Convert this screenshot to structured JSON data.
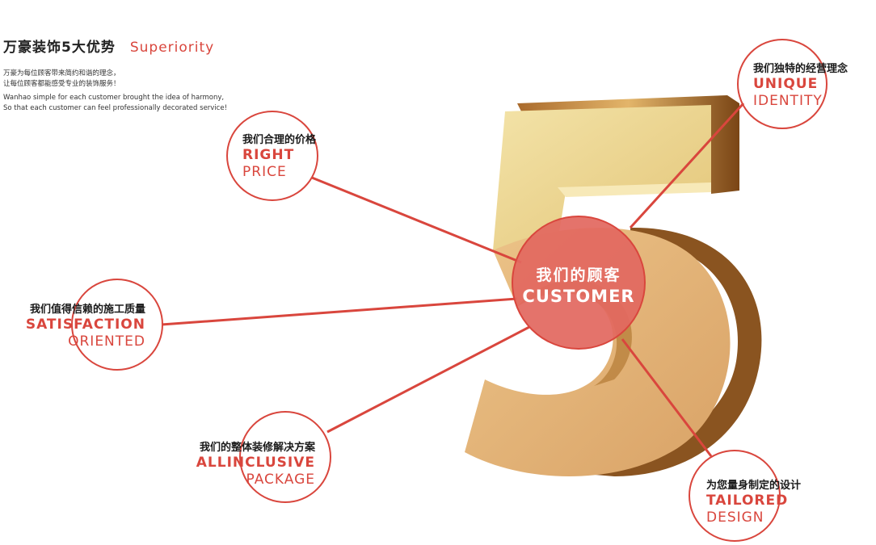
{
  "header": {
    "title_cn": "万豪装饰5大优势",
    "title_en": "Superiority",
    "intro_cn_1": "万豪为每位顾客带来简约和谐的理念，",
    "intro_cn_2": "让每位顾客都能感受专业的装饰服务！",
    "intro_en_1": "Wanhao simple for each customer brought the idea of harmony,",
    "intro_en_2": "So that each customer can feel professionally decorated service!"
  },
  "center": {
    "cn": "我们的顾客",
    "en": "CUSTOMER"
  },
  "features": {
    "price": {
      "cn": "我们合理的价格",
      "en1": "RIGHT",
      "en2": "PRICE"
    },
    "identity": {
      "cn": "我们独特的经营理念",
      "en1": "UNIQUE",
      "en2": "IDENTITY"
    },
    "satisfaction": {
      "cn": "我们值得信赖的施工质量",
      "en1": "SATISFACTION",
      "en2": "ORIENTED"
    },
    "package": {
      "cn": "我们的整体装修解决方案",
      "en1": "ALLINCLUSIVE",
      "en2": "PACKAGE"
    },
    "design": {
      "cn": "为您量身制定的设计",
      "en1": "TAILORED",
      "en2": "DESIGN"
    }
  },
  "colors": {
    "accent": "#d9463d",
    "gold": "#e8cf85",
    "gold_side": "#c98a3c"
  },
  "icons": {
    "five": "gold-number-five-graphic"
  }
}
